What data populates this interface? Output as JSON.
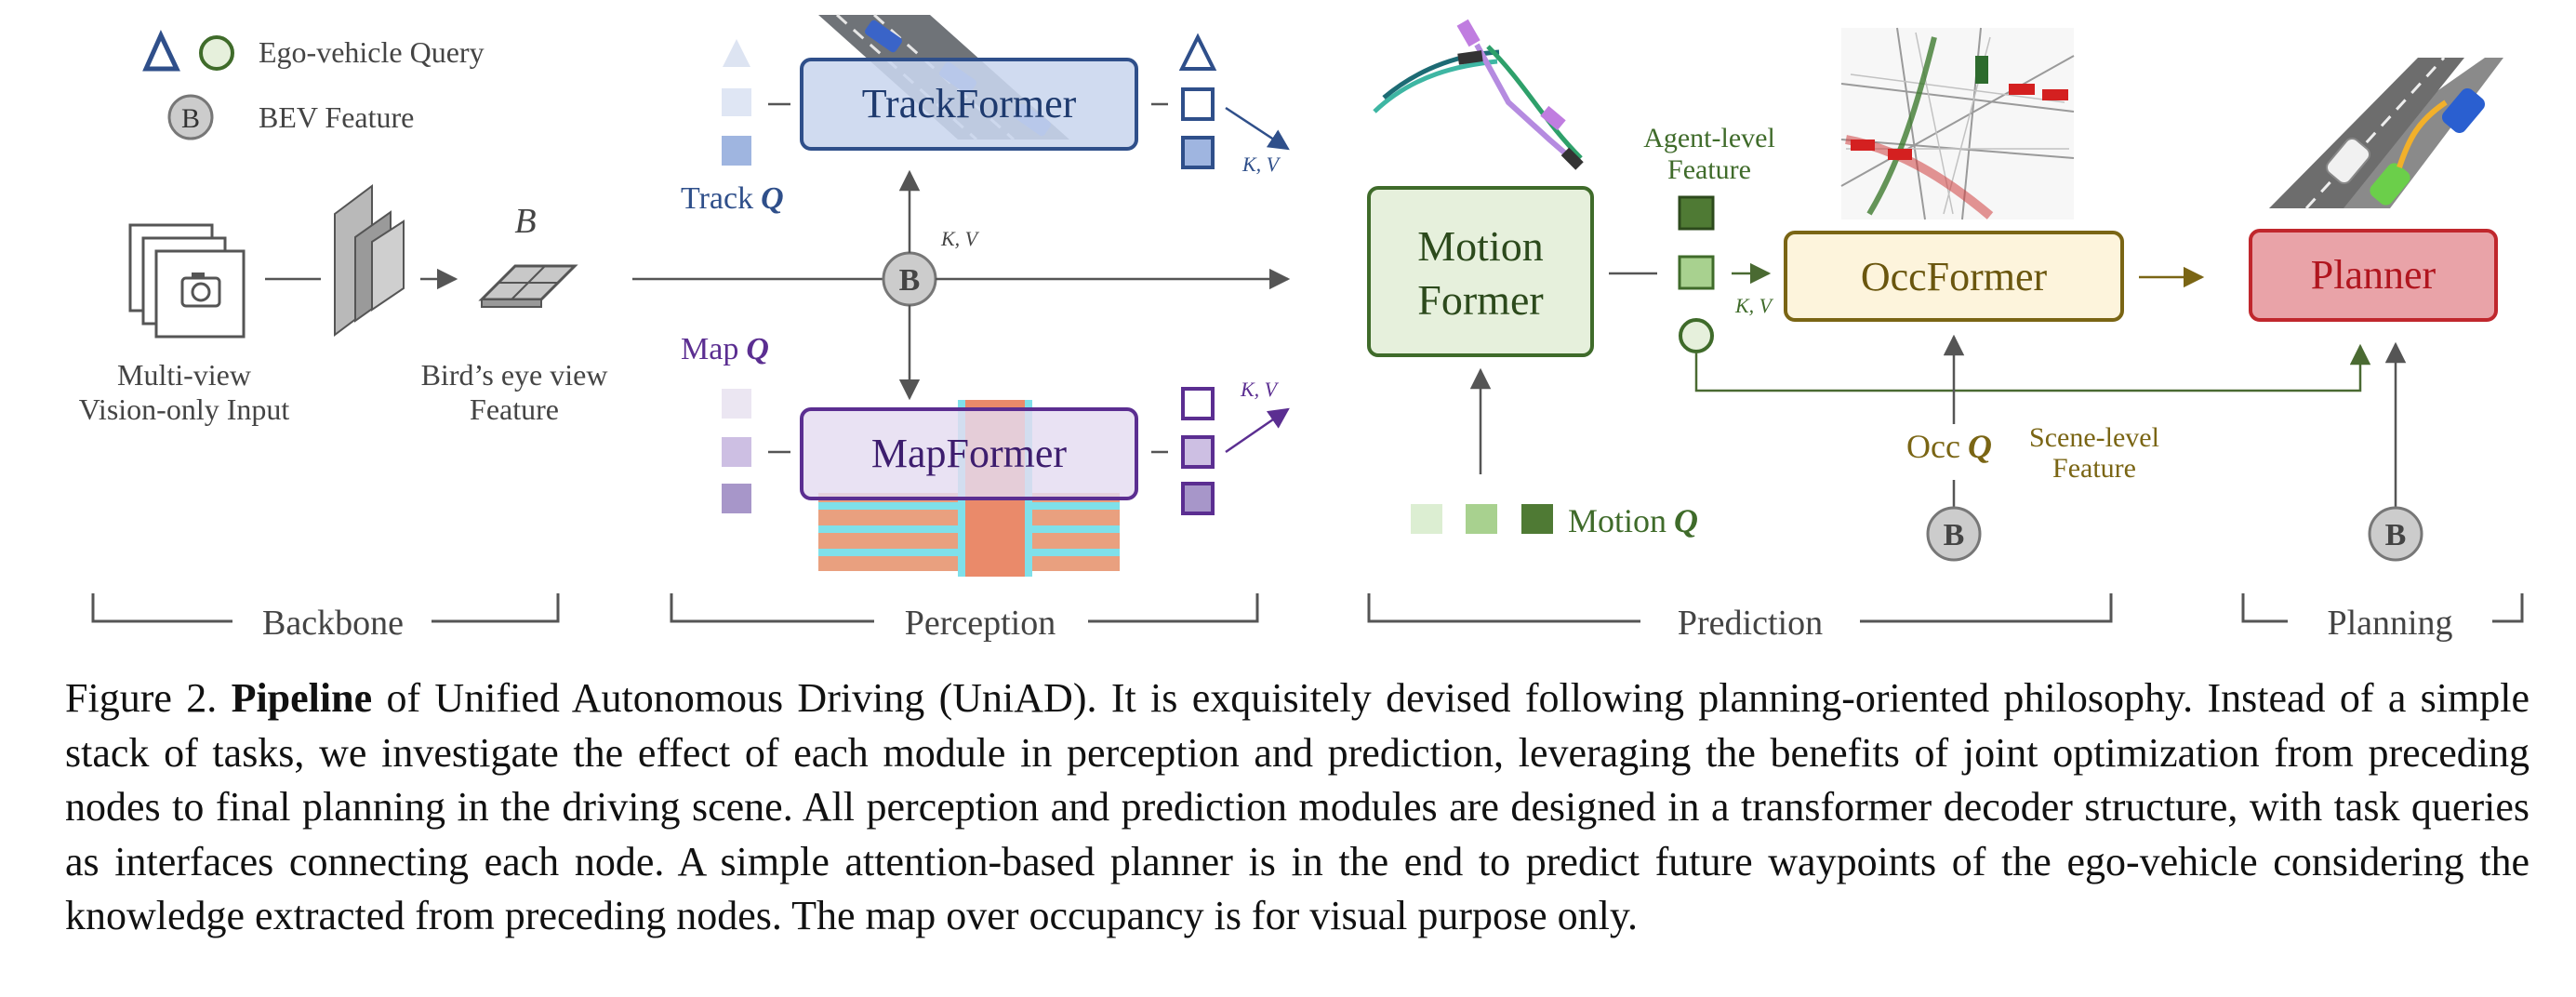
{
  "legend": {
    "ego_query": "Ego-vehicle Query",
    "bev_feature": "BEV Feature",
    "bev_symbol": "B"
  },
  "backbone": {
    "input_label_1": "Multi-view",
    "input_label_2": "Vision-only Input",
    "bev_symbol": "B",
    "bev_label_1": "Bird’s eye view",
    "bev_label_2": "Feature"
  },
  "perception": {
    "trackformer": "TrackFormer",
    "mapformer": "MapFormer",
    "track_q_label": "Track",
    "map_q_label": "Map",
    "q_symbol": "Q",
    "kv": "K, V"
  },
  "prediction": {
    "motionformer_line1": "Motion",
    "motionformer_line2": "Former",
    "agent_feature_1": "Agent-level",
    "agent_feature_2": "Feature",
    "motion_q_label": "Motion",
    "q_symbol": "Q",
    "kv": "K, V"
  },
  "occ": {
    "occformer": "OccFormer",
    "occ_q_label": "Occ",
    "q_symbol": "Q",
    "scene_feature_1": "Scene-level",
    "scene_feature_2": "Feature"
  },
  "planning": {
    "planner": "Planner"
  },
  "stages": [
    "Backbone",
    "Perception",
    "Prediction",
    "Planning"
  ],
  "caption": {
    "figure_label": "Figure 2.",
    "bold": "Pipeline",
    "text": " of Unified Autonomous Driving (UniAD). It is exquisitely devised following planning-oriented philosophy. Instead of a simple stack of tasks, we investigate the effect of each module in perception and prediction, leveraging the benefits of joint optimization from preceding nodes to final planning in the driving scene. All perception and prediction modules are designed in a transformer decoder structure, with task queries as interfaces connecting each node. A simple attention-based planner is in the end to predict future waypoints of the ego-vehicle considering the knowledge extracted from preceding nodes. The map over occupancy is for visual purpose only."
  },
  "colors": {
    "track": "#2f4f8a",
    "track_fill": "#c9d6ee",
    "map": "#5b2e91",
    "map_fill": "#e4dcf0",
    "motion": "#3f6b2a",
    "motion_fill": "#e6f0dc",
    "occ": "#7a6514",
    "occ_fill": "#fdf4dc",
    "planner": "#c0272d",
    "planner_fill": "#e9a3a8"
  }
}
